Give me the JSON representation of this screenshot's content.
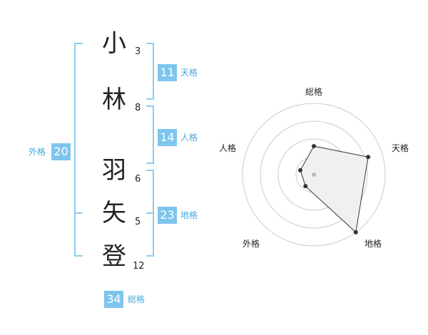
{
  "characters": [
    {
      "char": "小",
      "strokes": "3"
    },
    {
      "char": "林",
      "strokes": "8"
    },
    {
      "char": "羽",
      "strokes": "6"
    },
    {
      "char": "矢",
      "strokes": "5"
    },
    {
      "char": "登",
      "strokes": "12"
    }
  ],
  "kaku": {
    "ten": {
      "value": "11",
      "label": "天格"
    },
    "jin": {
      "value": "14",
      "label": "人格"
    },
    "chi": {
      "value": "23",
      "label": "地格"
    },
    "gai": {
      "value": "20",
      "label": "外格"
    },
    "so": {
      "value": "34",
      "label": "総格"
    }
  },
  "chart_data": {
    "type": "radar",
    "axes": [
      "総格",
      "天格",
      "地格",
      "外格",
      "人格"
    ],
    "values": [
      2,
      4,
      5,
      1,
      1
    ],
    "max": 5,
    "rings": 4,
    "colors": {
      "fill": "#eeeeee",
      "line": "#333333",
      "ring": "#cccccc",
      "point": "#333333",
      "center": "#bbbbbb"
    }
  }
}
